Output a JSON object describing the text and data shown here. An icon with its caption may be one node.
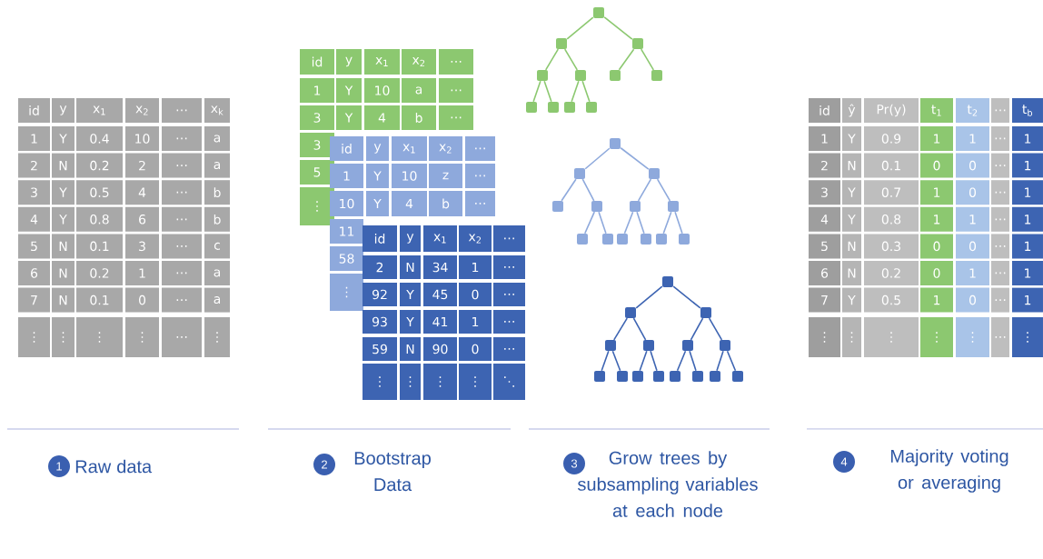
{
  "diagram": {
    "nodes": [
      {
        "text": [],
        "shape": "box"
      },
      {
        "text": [],
        "shape": "box"
      },
      {
        "text": [],
        "shape": "box"
      },
      {
        "text": [],
        "shape": "box"
      },
      {
        "text": [],
        "shape": "box"
      },
      {
        "text": [],
        "shape": "box"
      },
      {
        "text": [],
        "shape": "box"
      },
      {
        "text": [],
        "shape": "box"
      },
      {
        "text": [],
        "shape": "box"
      },
      {
        "text": [],
        "shape": "box"
      },
      {
        "text": [],
        "shape": "box"
      },
      {
        "text": [],
        "shape": "box"
      },
      {
        "text": [],
        "shape": "box"
      },
      {
        "text": [],
        "shape": "box"
      },
      {
        "text": [],
        "shape": "box"
      },
      {
        "text": [],
        "shape": "box"
      },
      {
        "text": [],
        "shape": "box"
      },
      {
        "text": [],
        "shape": "box"
      },
      {
        "text": [],
        "shape": "box"
      },
      {
        "text": [],
        "shape": "box"
      },
      {
        "text": [],
        "shape": "box"
      },
      {
        "text": [],
        "shape": "box"
      },
      {
        "text": [],
        "shape": "box"
      },
      {
        "text": [],
        "shape": "box"
      },
      {
        "text": [],
        "shape": "box"
      },
      {
        "text": [],
        "shape": "box"
      },
      {
        "text": [],
        "shape": "box"
      },
      {
        "text": [],
        "shape": "box"
      },
      {
        "text": [],
        "shape": "box"
      },
      {
        "text": [],
        "shape": "box"
      },
      {
        "text": [],
        "shape": "box"
      },
      {
        "text": [],
        "shape": "box"
      },
      {
        "text": [],
        "shape": "box"
      },
      {
        "text": [],
        "shape": "box"
      },
      {
        "text": [],
        "shape": "box"
      },
      {
        "text": [],
        "shape": "box"
      },
      {
        "text": [],
        "shape": "box"
      },
      {
        "text": [],
        "shape": "box"
      },
      {
        "text": [],
        "shape": "box"
      },
      {
        "text": [
          "1"
        ],
        "beside": [
          "Raw data"
        ]
      },
      {
        "text": [
          "2"
        ],
        "beside": [
          "Bootstrap Data"
        ]
      },
      {
        "text": [
          "3"
        ],
        "beside": [
          "Grow trees by subsampling variables at each node"
        ]
      },
      {
        "text": [
          "4"
        ],
        "beside": [
          "Majority voting or averaging"
        ]
      }
    ],
    "edges": [
      {
        "from": 0,
        "to": 1,
        "arrow": "none",
        "color": "#8cc870"
      },
      {
        "from": 0,
        "to": 2,
        "arrow": "none",
        "color": "#8cc870"
      },
      {
        "from": 1,
        "to": 3,
        "arrow": "none",
        "color": "#8cc870"
      },
      {
        "from": 1,
        "to": 4,
        "arrow": "none",
        "color": "#8cc870"
      },
      {
        "from": 2,
        "to": 5,
        "arrow": "none",
        "color": "#8cc870"
      },
      {
        "from": 2,
        "to": 6,
        "arrow": "none",
        "color": "#8cc870"
      },
      {
        "from": 3,
        "to": 7,
        "arrow": "none",
        "color": "#8cc870"
      },
      {
        "from": 3,
        "to": 8,
        "arrow": "none",
        "color": "#8cc870"
      },
      {
        "from": 4,
        "to": 9,
        "arrow": "none",
        "color": "#8cc870"
      },
      {
        "from": 4,
        "to": 10,
        "arrow": "none",
        "color": "#8cc870"
      },
      {
        "from": 11,
        "to": 12,
        "arrow": "none",
        "color": "#8ea9dc"
      },
      {
        "from": 11,
        "to": 13,
        "arrow": "none",
        "color": "#8ea9dc"
      },
      {
        "from": 12,
        "to": 14,
        "arrow": "none",
        "color": "#8ea9dc"
      },
      {
        "from": 12,
        "to": 15,
        "arrow": "none",
        "color": "#8ea9dc"
      },
      {
        "from": 13,
        "to": 16,
        "arrow": "none",
        "color": "#8ea9dc"
      },
      {
        "from": 13,
        "to": 17,
        "arrow": "none",
        "color": "#8ea9dc"
      },
      {
        "from": 15,
        "to": 18,
        "arrow": "none",
        "color": "#8ea9dc"
      },
      {
        "from": 15,
        "to": 19,
        "arrow": "none",
        "color": "#8ea9dc"
      },
      {
        "from": 16,
        "to": 20,
        "arrow": "none",
        "color": "#8ea9dc"
      },
      {
        "from": 16,
        "to": 21,
        "arrow": "none",
        "color": "#8ea9dc"
      },
      {
        "from": 17,
        "to": 22,
        "arrow": "none",
        "color": "#8ea9dc"
      },
      {
        "from": 17,
        "to": 23,
        "arrow": "none",
        "color": "#8ea9dc"
      },
      {
        "from": 24,
        "to": 25,
        "arrow": "none"
      },
      {
        "from": 24,
        "to": 26,
        "arrow": "none"
      },
      {
        "from": 25,
        "to": 27,
        "arrow": "none"
      },
      {
        "from": 25,
        "to": 28,
        "arrow": "none"
      },
      {
        "from": 26,
        "to": 29,
        "arrow": "none"
      },
      {
        "from": 26,
        "to": 30,
        "arrow": "none"
      },
      {
        "from": 27,
        "to": 31,
        "arrow": "none"
      },
      {
        "from": 27,
        "to": 32,
        "arrow": "none"
      },
      {
        "from": 28,
        "to": 33,
        "arrow": "none"
      },
      {
        "from": 28,
        "to": 34,
        "arrow": "none"
      },
      {
        "from": 29,
        "to": 35,
        "arrow": "none"
      },
      {
        "from": 29,
        "to": 36,
        "arrow": "none"
      },
      {
        "from": 30,
        "to": 37,
        "arrow": "none"
      },
      {
        "from": 30,
        "to": 38,
        "arrow": "none"
      }
    ],
    "labels": [
      "id",
      "y",
      "x$_{1}$",
      "x$_{2}$",
      "…",
      "x$_{k}$",
      "1",
      "Y",
      "0.4",
      "10",
      "…",
      "a",
      "2",
      "N",
      "0.2",
      "2",
      "…",
      "a",
      "3",
      "Y",
      "0.5",
      "4",
      "…",
      "b",
      "4",
      "Y",
      "0.8",
      "6",
      "…",
      "b",
      "5",
      "N",
      "0.1",
      "3",
      "…",
      "c",
      "6",
      "N",
      "0.2",
      "1",
      "…",
      "a",
      "7",
      "N",
      "0.1",
      "0",
      "…",
      "a",
      "⋮",
      "⋮",
      "⋮",
      "⋮",
      "…",
      "⋮",
      "id",
      "y",
      "x$_{1}$",
      "x$_{2}$",
      "…",
      "1",
      "Y",
      "10",
      "a",
      "…",
      "3",
      "Y",
      "4",
      "b",
      "…",
      "3",
      "5",
      "⋮",
      "id",
      "y",
      "x$_{1}$",
      "x$_{2}$",
      "…",
      "1",
      "Y",
      "10",
      "z",
      "…",
      "10",
      "Y",
      "4",
      "b",
      "…",
      "11",
      "58",
      "⋮",
      "id",
      "y",
      "x$_{1}$",
      "x$_{2}$",
      "…",
      "2",
      "N",
      "34",
      "1",
      "…",
      "92",
      "Y",
      "45",
      "0",
      "…",
      "93",
      "Y",
      "41",
      "1",
      "…",
      "59",
      "N",
      "90",
      "0",
      "…",
      "⋮",
      "⋮",
      "⋮",
      "⋮",
      "⋱",
      "id",
      "ŷ",
      "Pr(y)",
      "t$_{1}$",
      "t$_{2}$",
      "…",
      "t$_{b}$",
      "1",
      "Y",
      "0.9",
      "1",
      "1",
      "…",
      "1",
      "2",
      "N",
      "0.1",
      "0",
      "0",
      "…",
      "1",
      "3",
      "Y",
      "0.7",
      "1",
      "0",
      "…",
      "1",
      "4",
      "Y",
      "0.8",
      "1",
      "1",
      "…",
      "1",
      "5",
      "N",
      "0.3",
      "0",
      "0",
      "…",
      "1",
      "6",
      "N",
      "0.2",
      "0",
      "1",
      "…",
      "1",
      "7",
      "Y",
      "0.5",
      "1",
      "0",
      "…",
      "1",
      "⋮",
      "⋮",
      "⋮",
      "⋮",
      "⋮",
      "…",
      "⋮"
    ]
  }
}
